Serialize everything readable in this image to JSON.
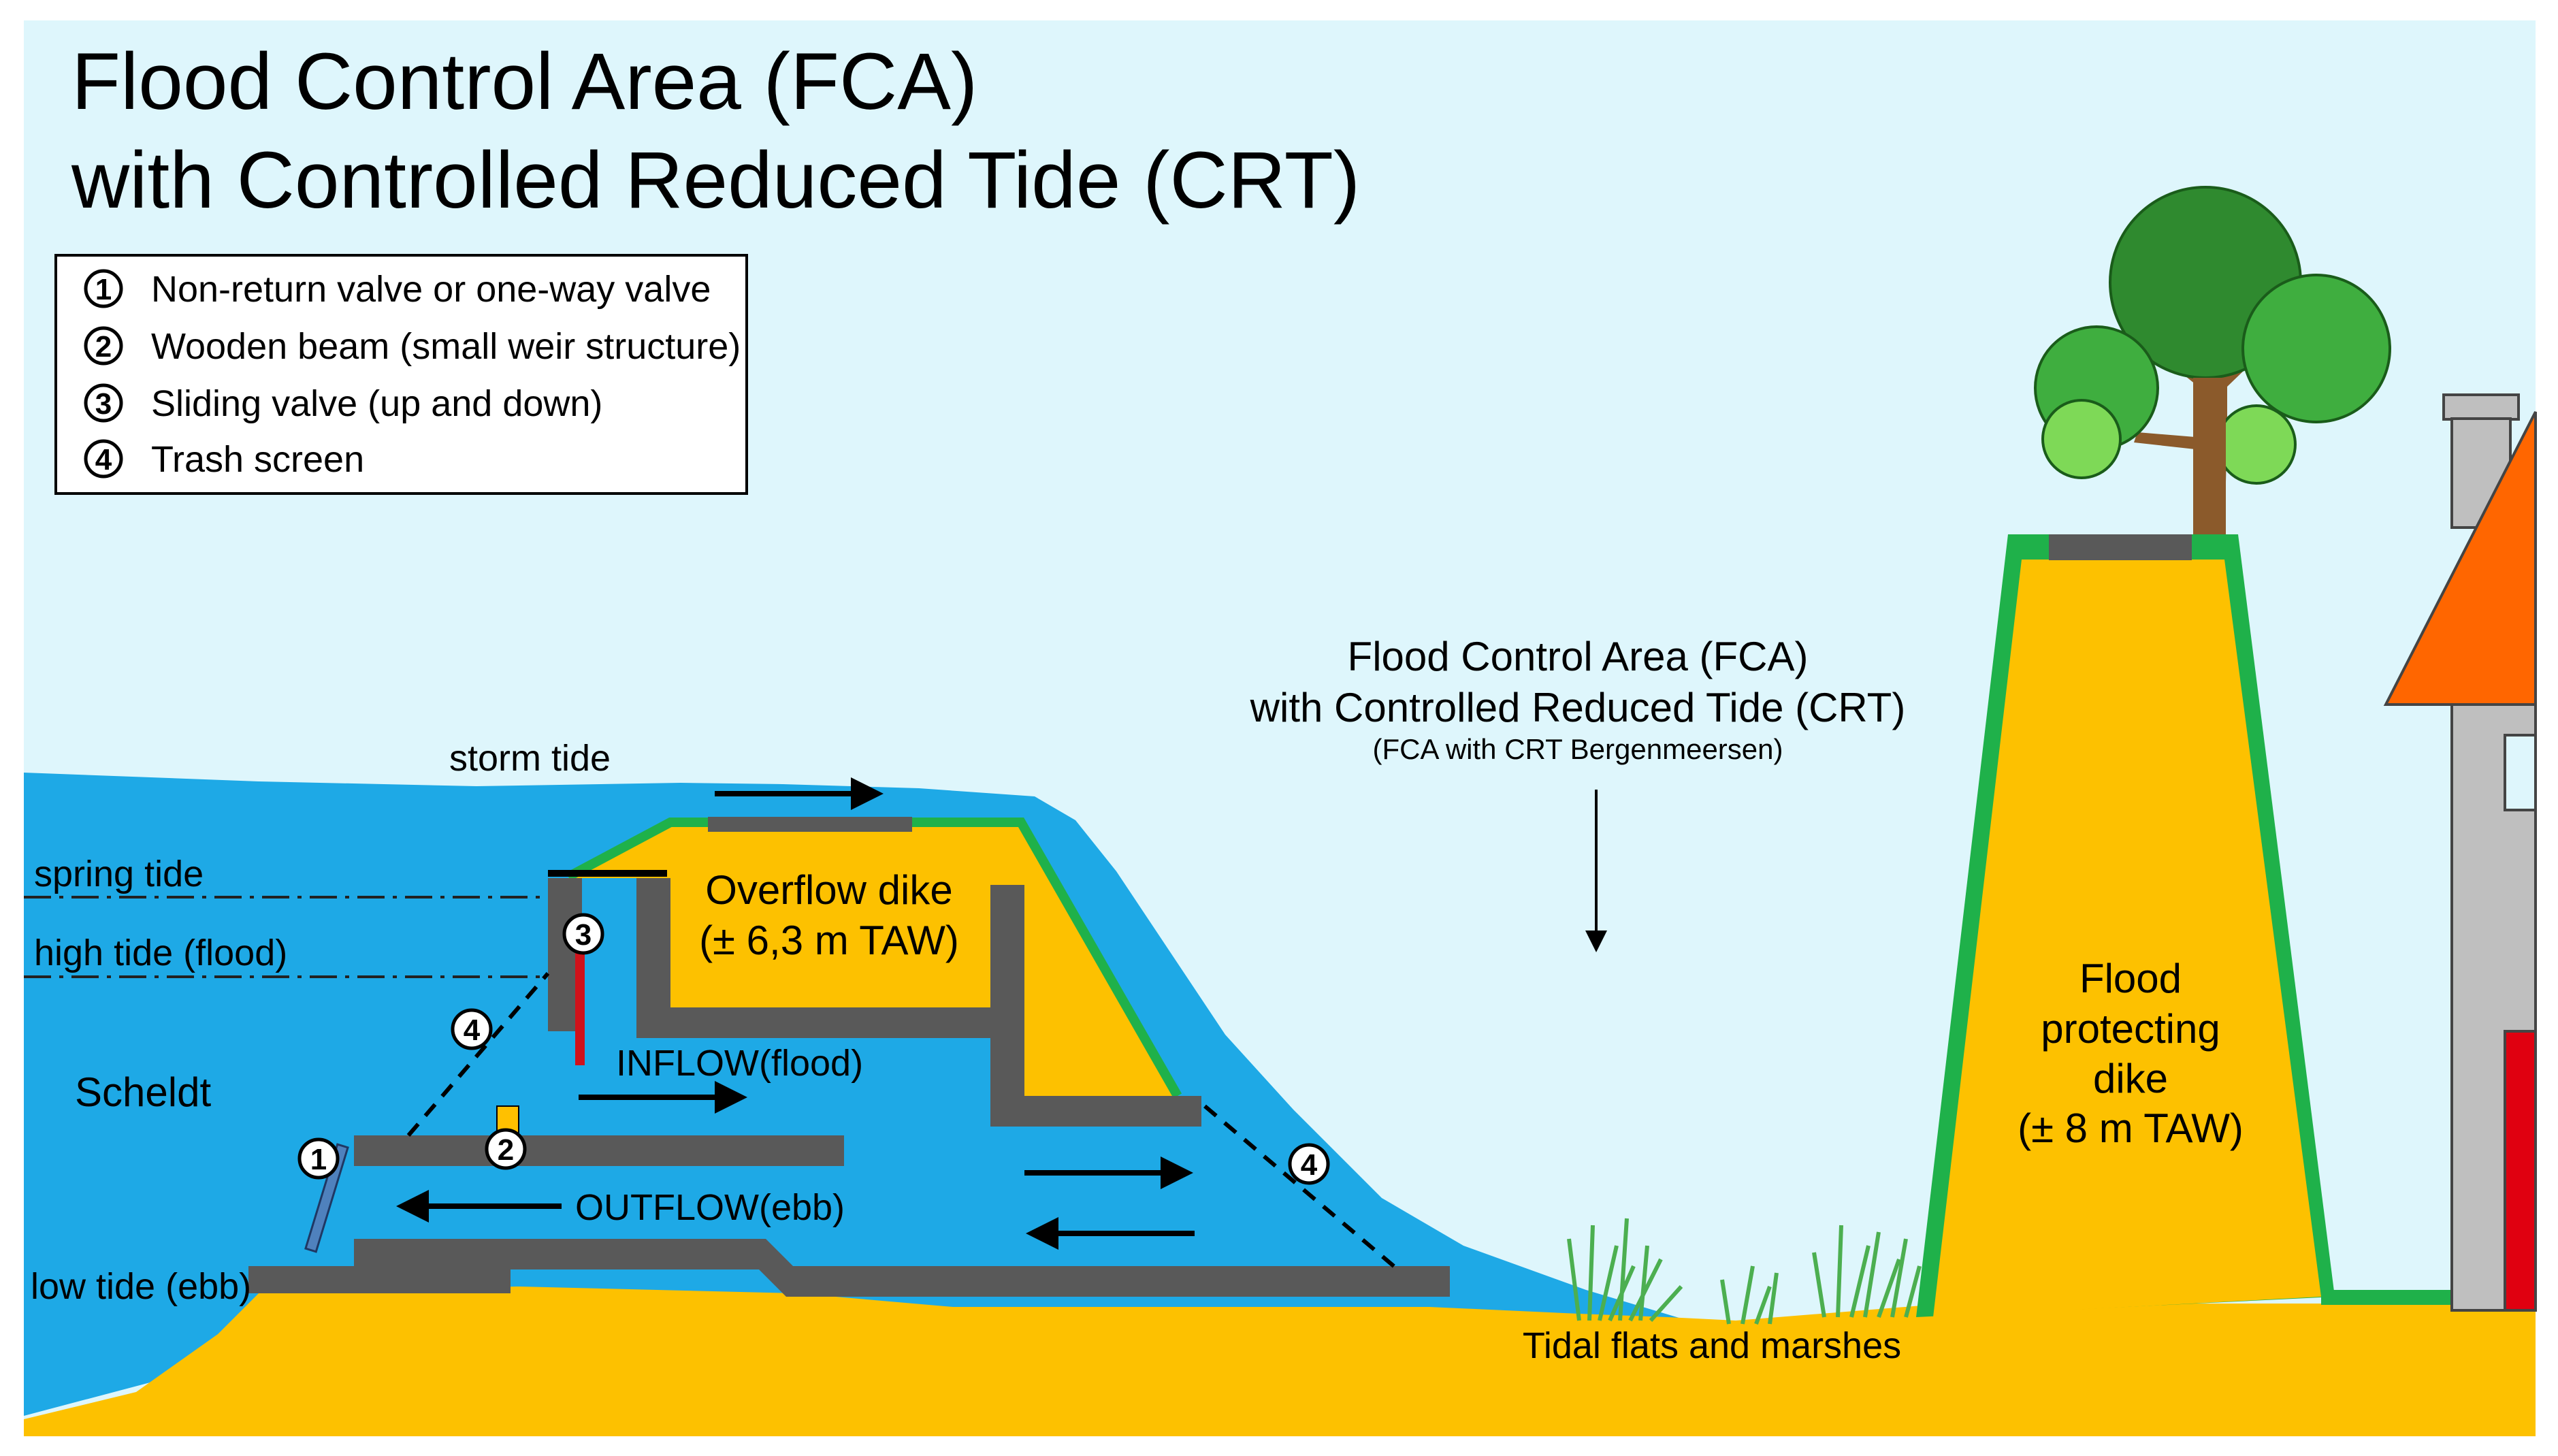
{
  "title": {
    "line1": "Flood Control Area (FCA)",
    "line2": "with Controlled Reduced Tide (CRT)"
  },
  "legend": [
    {
      "num": "1",
      "text": "Non-return valve or one-way valve"
    },
    {
      "num": "2",
      "text": "Wooden beam (small weir structure)"
    },
    {
      "num": "3",
      "text": "Sliding valve (up and down)"
    },
    {
      "num": "4",
      "text": "Trash screen"
    }
  ],
  "water_levels": {
    "storm": "storm tide",
    "spring": "spring tide",
    "high": "high tide (flood)",
    "low": "low tide (ebb)"
  },
  "river": "Scheldt",
  "overflow_dike": {
    "line1": "Overflow dike",
    "line2": "(± 6,3 m TAW)"
  },
  "flows": {
    "inflow": "INFLOW(flood)",
    "outflow": "OUTFLOW(ebb)"
  },
  "fca_label": {
    "line1": "Flood Control Area (FCA)",
    "line2": "with Controlled Reduced Tide (CRT)",
    "line3": "(FCA with CRT Bergenmeersen)"
  },
  "flood_dike": {
    "line1": "Flood",
    "line2": "protecting",
    "line3": "dike",
    "line4": "(± 8 m TAW)"
  },
  "tidal_flats": "Tidal flats and marshes",
  "markers": {
    "one": "1",
    "two": "2",
    "three": "3",
    "four": "4"
  },
  "colors": {
    "sky": "#def6fc",
    "water": "#1ea9e6",
    "sand": "#fdc100",
    "structure": "#595959",
    "grass": "#1fb14a",
    "tree_dark": "#2f8a2f",
    "tree_mid": "#3fae3f",
    "tree_light": "#7ed957",
    "trunk": "#8b5a2b",
    "roof": "#ff6600",
    "wall": "#bfbfbf",
    "door": "#e00010",
    "valve_red": "#d0121b",
    "weir_yellow": "#ffc000"
  }
}
